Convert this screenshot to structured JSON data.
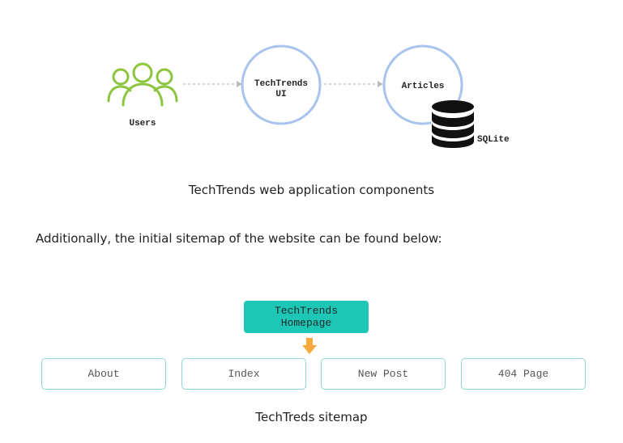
{
  "diagram": {
    "users_label": "Users",
    "ui_label_line1": "TechTrends",
    "ui_label_line2": "UI",
    "articles_label": "Articles",
    "db_label": "SQLite",
    "caption": "TechTrends web application components"
  },
  "intro_text": "Additionally, the initial sitemap of the website can be found below:",
  "sitemap": {
    "homepage_line1": "TechTrends",
    "homepage_line2": "Homepage",
    "pages": [
      "About",
      "Index",
      "New Post",
      "404 Page"
    ],
    "caption": "TechTreds sitemap"
  },
  "colors": {
    "users_icon": "#8cc63f",
    "circle_stroke": "#a8c4ec",
    "homepage_fill": "#1ec6b6",
    "page_border": "#8fd7d2",
    "arrow": "#f7a93b"
  }
}
